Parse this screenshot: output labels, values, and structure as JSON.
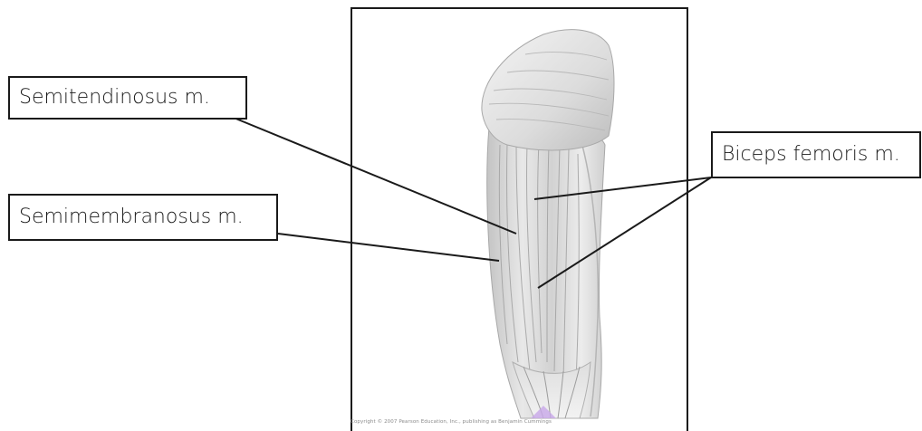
{
  "labels": {
    "semitendinosus": "Semitendinosus m.",
    "semimembranosus": "Semimembranosus m.",
    "biceps_femoris": "Biceps femoris m."
  },
  "copyright": "Copyright © 2007 Pearson Education, Inc., publishing as Benjamin Cummings",
  "colors": {
    "line": "#1a1a1a",
    "frame": "#1a1a1a",
    "muscle_light": "#e6e6e6",
    "muscle_shadow": "#9a9a9a",
    "watermark": "#c8a8e8"
  }
}
